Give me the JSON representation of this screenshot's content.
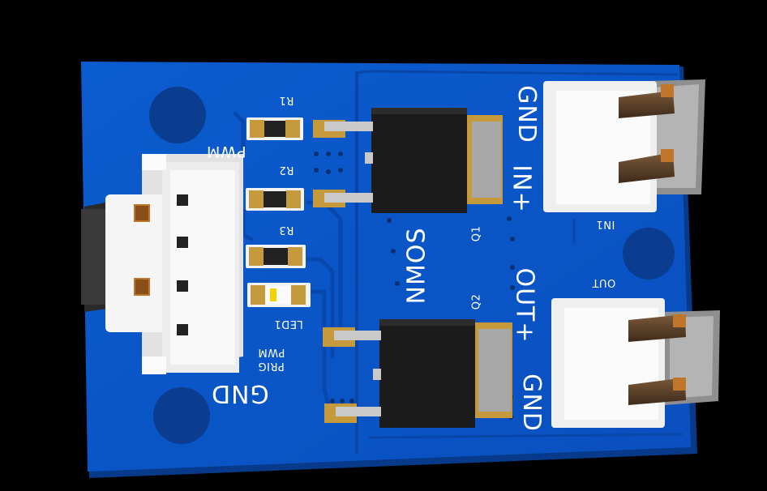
{
  "colors": {
    "background": "#000000",
    "pcb": "#0a55c8",
    "pcb_dark": "#063f9e",
    "pad": "#c59a3c",
    "silkscreen": "#ffffff",
    "connector": "#f2f2f2",
    "mosfet": "#1b1b1b"
  },
  "labels": {
    "r1": "R1",
    "r2": "R2",
    "r3": "R3",
    "led1": "LED1",
    "pwm_top": "PWM",
    "prig": "PRIG",
    "pwm_small": "PWM",
    "gnd_left": "GND",
    "nmos": "NMOS",
    "q1": "Q1",
    "q2": "Q2",
    "gnd_in": "GND",
    "in_plus": "IN+",
    "in1": "IN1",
    "out": "OUT",
    "out_plus": "OUT+",
    "gnd_out": "GND"
  }
}
